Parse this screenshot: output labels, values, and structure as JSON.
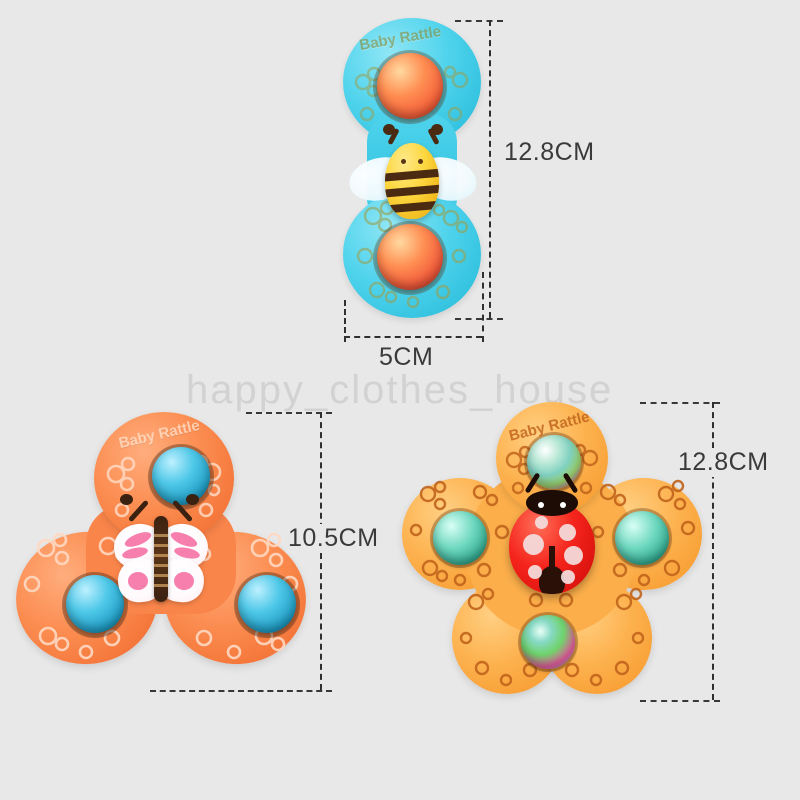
{
  "image": {
    "background_color": "#e8e8e8",
    "watermark_text": "happy_clothes_house"
  },
  "products": [
    {
      "id": "blue-bee-spinner",
      "name": "Blue Bee Suction Spinner Rattle",
      "embossed_text": "Baby Rattle",
      "body_color": "#4fd3ec",
      "accent_color": "#f4603a",
      "character": "bee",
      "petal_count": 2,
      "dimensions": {
        "height_label": "12.8CM",
        "width_label": "5CM"
      }
    },
    {
      "id": "orange-butterfly-spinner",
      "name": "Orange Butterfly Suction Spinner Rattle",
      "embossed_text": "Baby Rattle",
      "body_color": "#fb8c50",
      "accent_color": "#1f9cc4",
      "character": "butterfly",
      "petal_count": 3,
      "dimensions": {
        "height_label": "10.5CM"
      }
    },
    {
      "id": "flower-ladybug-spinner",
      "name": "Flower Ladybug Suction Spinner Rattle",
      "embossed_text": "Baby Rattle",
      "body_color": "#fdb24f",
      "accent_color": "#f5251c",
      "character": "ladybug",
      "petal_count": 5,
      "dimensions": {
        "height_label": "12.8CM"
      }
    }
  ],
  "annotations": {
    "bee_height": "12.8CM",
    "bee_width": "5CM",
    "butterfly_height": "10.5CM",
    "ladybug_height": "12.8CM"
  }
}
